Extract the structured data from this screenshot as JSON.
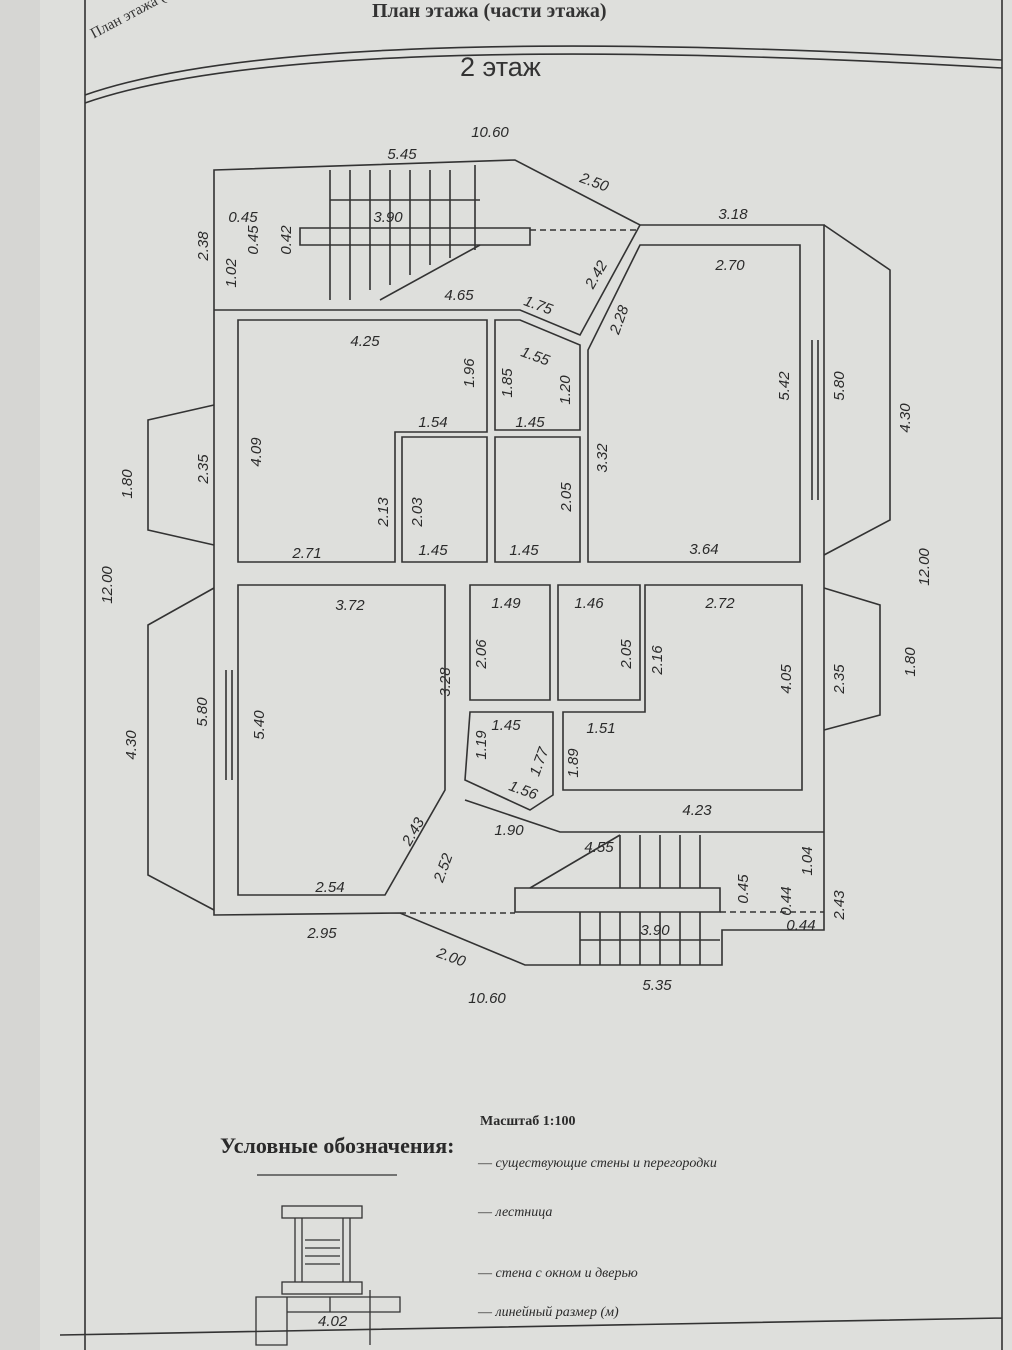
{
  "header": {
    "title": "План этажа (части этажа)",
    "side_title": "План этажа (ч",
    "floor": "2 этаж"
  },
  "dimensions": [
    "10.60",
    "5.45",
    "2.50",
    "3.18",
    "0.45",
    "3.90",
    "2.38",
    "0.45",
    "0.42",
    "1.02",
    "2.42",
    "2.70",
    "4.65",
    "1.75",
    "2.28",
    "4.25",
    "1.55",
    "1.96",
    "1.85",
    "1.20",
    "5.42",
    "5.80",
    "4.30",
    "1.45",
    "1.54",
    "1.80",
    "2.35",
    "4.09",
    "3.32",
    "2.13",
    "2.03",
    "2.05",
    "2.71",
    "1.45",
    "1.45",
    "3.64",
    "12.00",
    "12.00",
    "3.72",
    "1.49",
    "1.46",
    "2.72",
    "2.06",
    "2.05",
    "2.16",
    "3.28",
    "4.05",
    "2.35",
    "1.80",
    "1.45",
    "1.51",
    "5.80",
    "5.40",
    "4.30",
    "1.19",
    "1.77",
    "1.89",
    "1.56",
    "4.23",
    "2.43",
    "1.90",
    "4.55",
    "2.52",
    "1.04",
    "0.45",
    "0.44",
    "2.43",
    "2.54",
    "3.90",
    "0.44",
    "2.95",
    "2.00",
    "10.60",
    "5.35"
  ],
  "footer": {
    "scale": "Масштаб 1:100",
    "legend_title": "Условные обозначения:",
    "legend": [
      "существующие стены и перегородки",
      "лестница",
      "стена с окном и дверью",
      "линейный размер (м)"
    ],
    "legend_sample_dim": "4.02"
  }
}
